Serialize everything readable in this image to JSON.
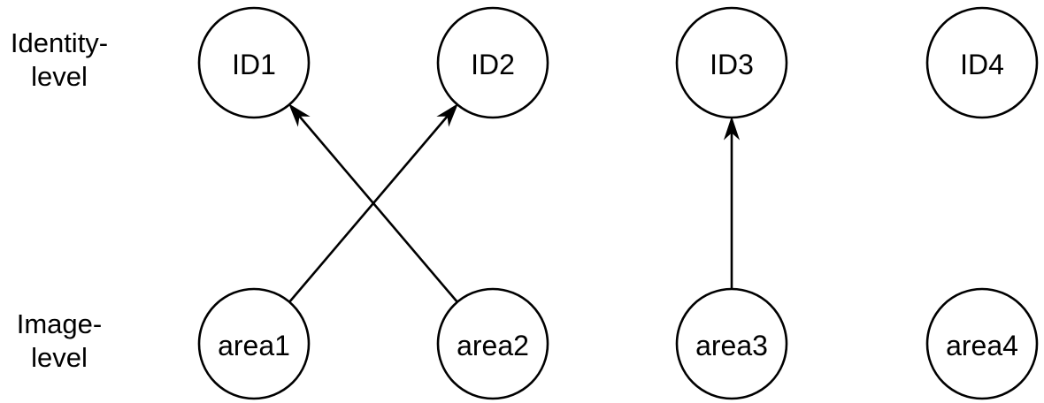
{
  "rows": {
    "identity": {
      "line1": "Identity-",
      "line2": "level"
    },
    "image": {
      "line1": "Image-",
      "line2": "level"
    }
  },
  "nodes": {
    "id1": "ID1",
    "id2": "ID2",
    "id3": "ID3",
    "id4": "ID4",
    "area1": "area1",
    "area2": "area2",
    "area3": "area3",
    "area4": "area4"
  },
  "edges": [
    {
      "from": "area1",
      "to": "id2"
    },
    {
      "from": "area2",
      "to": "id1"
    },
    {
      "from": "area3",
      "to": "id3"
    }
  ]
}
